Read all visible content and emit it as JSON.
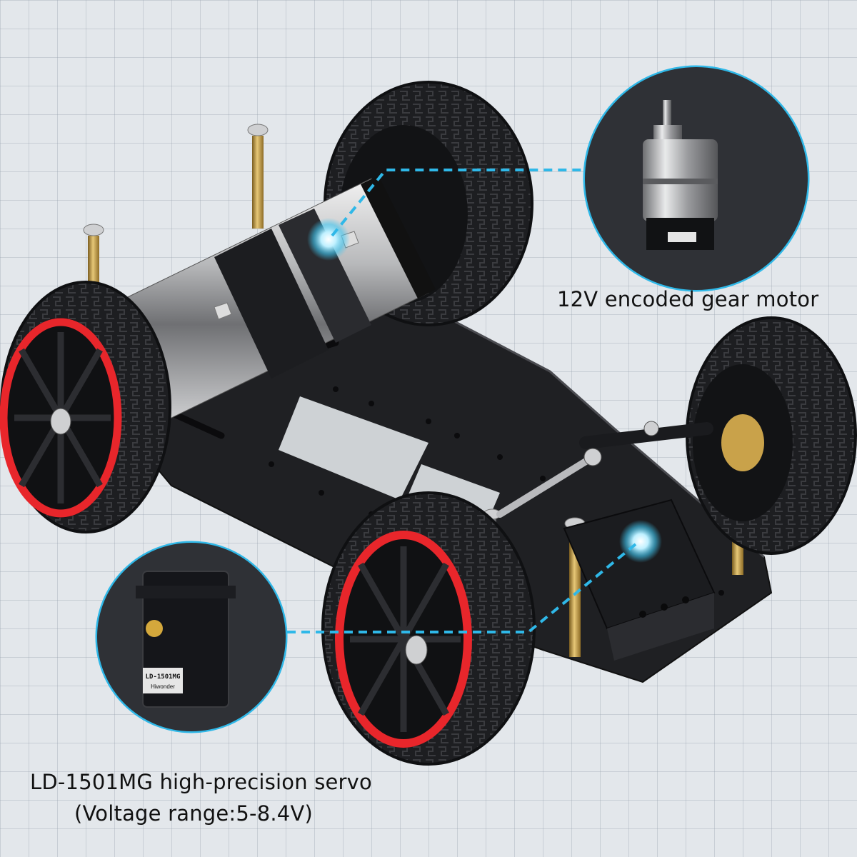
{
  "callouts": {
    "motor": {
      "label": "12V encoded gear motor",
      "icon": "gear-motor-icon"
    },
    "servo": {
      "label": "LD-1501MG high-precision servo",
      "voltage": "(Voltage range:5-8.4V)",
      "model_print": "LD-1501MG",
      "brand_print": "Hiwonder",
      "icon": "servo-icon"
    }
  },
  "colors": {
    "accent": "#2fb8e8",
    "background": "#e3e7eb",
    "rim": "#e8262b",
    "tire": "#1e1f22",
    "chassis": "#232427",
    "brass": "#c9a24a"
  }
}
